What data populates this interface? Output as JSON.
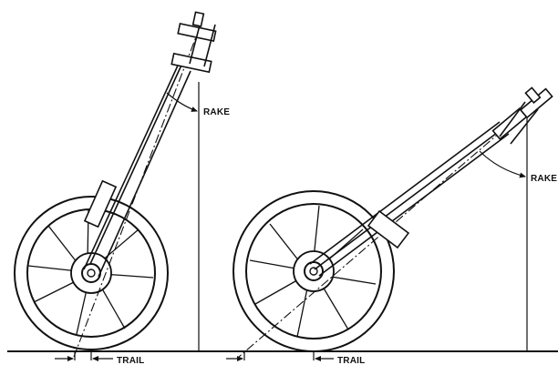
{
  "colors": {
    "ink": "#111111",
    "background": "#ffffff"
  },
  "labels": {
    "rake_left": "RAKE",
    "rake_right": "RAKE",
    "trail_left": "TRAIL",
    "trail_right": "TRAIL"
  }
}
